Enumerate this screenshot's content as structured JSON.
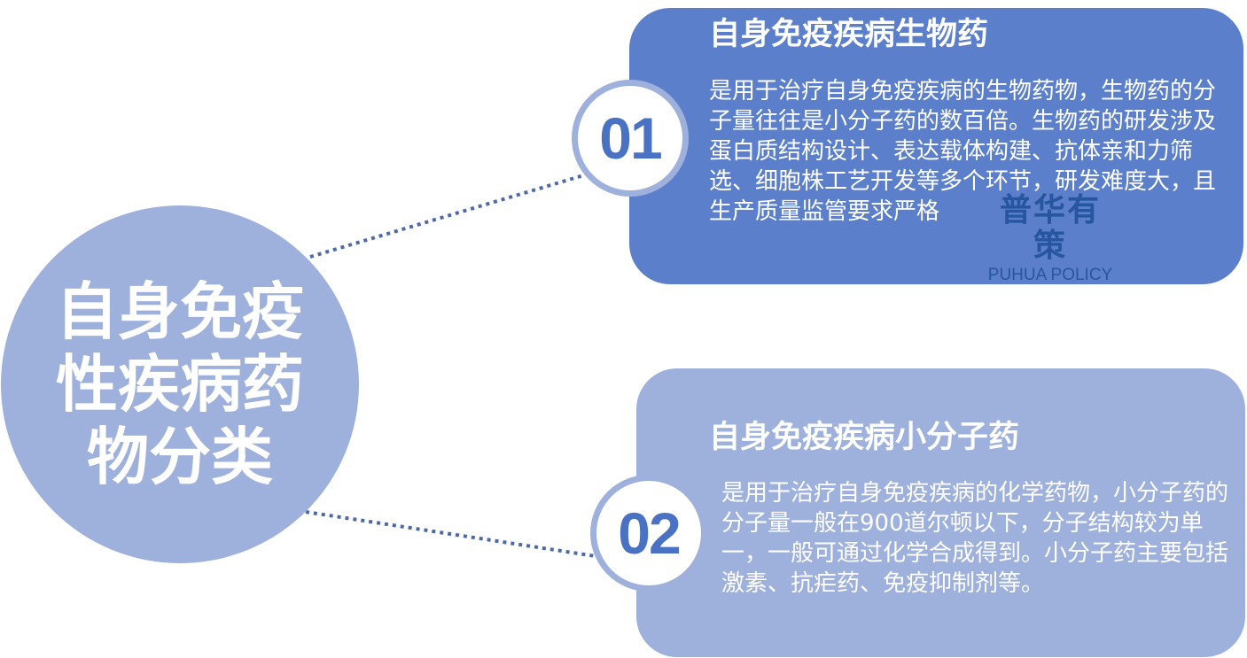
{
  "hub": {
    "title": "自身免疫性疾病药物分类",
    "color": "#9eb0dc"
  },
  "cards": [
    {
      "number": "01",
      "title": "自身免疫疾病生物药",
      "body": "是用于治疗自身免疫疾病的生物药物，生物药的分子量往往是小分子药的数百倍。生物药的研发涉及蛋白质结构设计、表达载体构建、抗体亲和力筛选、细胞株工艺开发等多个环节，研发难度大，且生产质量监管要求严格",
      "color": "#5b7fca"
    },
    {
      "number": "02",
      "title": "自身免疫疾病小分子药",
      "body": "是用于治疗自身免疫疾病的化学药物，小分子药的分子量一般在900道尔顿以下，分子结构较为单一，一般可通过化学合成得到。小分子药主要包括激素、抗疟药、免疫抑制剂等。",
      "color": "#9eb0dc"
    }
  ],
  "watermark": {
    "cn": "普华有策",
    "en": "PUHUA POLICY"
  },
  "colors": {
    "connector": "#4f68a8",
    "badge_number": "#4a72c4",
    "badge_ring": "#9eb0dc"
  }
}
